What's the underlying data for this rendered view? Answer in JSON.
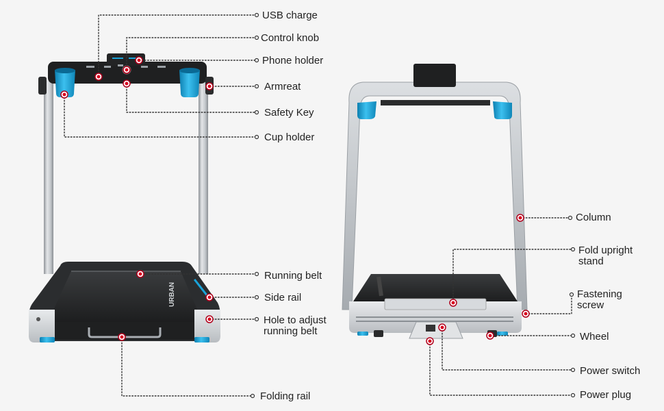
{
  "accent_color": "#1aa3d9",
  "marker_color": "#d8001f",
  "brand_mark": "URBAN",
  "labels": {
    "usb_charge": "USB charge",
    "control_knob": "Control knob",
    "phone_holder": "Phone holder",
    "armrest": "Armreat",
    "safety_key": "Safety Key",
    "cup_holder": "Cup holder",
    "running_belt": "Running belt",
    "side_rail": "Side rail",
    "hole_adjust_1": "Hole to adjust",
    "hole_adjust_2": "running belt",
    "folding_rail": "Folding rail",
    "column": "Column",
    "fold_stand_1": "Fold upright",
    "fold_stand_2": "stand",
    "fastening_1": "Fastening",
    "fastening_2": "screw",
    "wheel": "Wheel",
    "power_switch": "Power switch",
    "power_plug": "Power plug"
  }
}
